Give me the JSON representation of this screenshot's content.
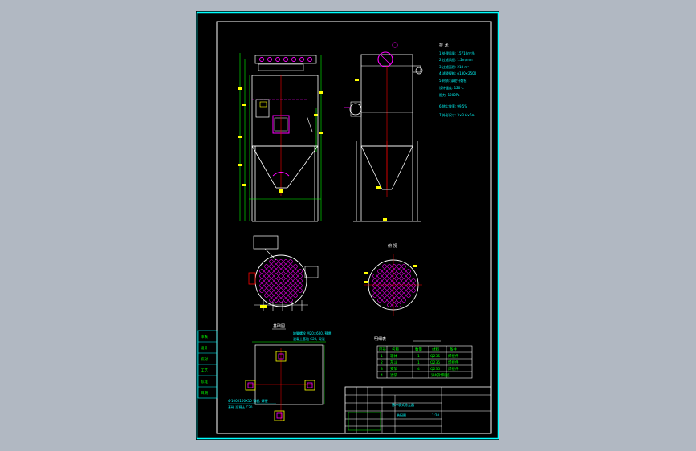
{
  "viewer": {
    "background_color": "#b1b8c2",
    "sheet_background": "#000000",
    "frame_color": "#00ffff"
  },
  "drawing": {
    "tech_title": "技 术",
    "tech_specs": [
      "1 处理风量: 15710m³/h",
      "2 过滤风速: 1.2m/min",
      "3 过滤面积: 218 m²",
      "4 滤袋规格: φ130×2500",
      "5 材质: 涤纶针刺毡",
      "  设计温度: 120℃",
      "  阻力: 1200Pa",
      "6 除尘效率: 99.5%",
      "7 外形尺寸: 3×3.6×6m"
    ],
    "bottom_view_label": "俯 视",
    "foundation_label": "基础图",
    "foundation_note_1": "地脚螺栓 M20×600, 预埋",
    "foundation_note_2": "混凝土基础 C20, 现浇",
    "foundation_note_3": "4-100X100X10 钢板, 焊接",
    "foundation_note_4": "基础 混凝土 C20",
    "parts_table_title": "明细表",
    "parts_headers": [
      "序号",
      "名称",
      "数量",
      "材料",
      "备注"
    ],
    "parts_rows": [
      [
        "1",
        "箱体",
        "1",
        "Q235",
        "焊接件"
      ],
      [
        "2",
        "灰斗",
        "1",
        "Q235",
        "焊接件"
      ],
      [
        "3",
        "支架",
        "4",
        "Q235",
        "焊接件"
      ],
      [
        "4",
        "滤袋",
        "",
        "",
        "涤纶针刺毡"
      ]
    ],
    "left_labels": [
      "审核",
      "设计",
      "校对",
      "工艺",
      "标准",
      "日期"
    ],
    "title_block_name": "脉冲袋式除尘器",
    "title_block_doc": "装配图",
    "title_block_scale": "1:20"
  }
}
